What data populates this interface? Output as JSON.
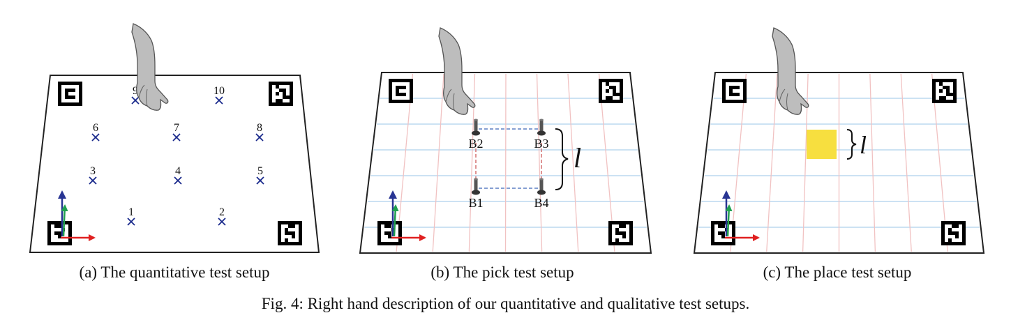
{
  "figure": {
    "caption": "Fig. 4: Right hand description of our quantitative and qualitative test setups."
  },
  "panels": {
    "a": {
      "caption": "(a) The quantitative test setup",
      "targets": [
        {
          "label": "1"
        },
        {
          "label": "2"
        },
        {
          "label": "3"
        },
        {
          "label": "4"
        },
        {
          "label": "5"
        },
        {
          "label": "6"
        },
        {
          "label": "7"
        },
        {
          "label": "8"
        },
        {
          "label": "9"
        },
        {
          "label": "10"
        }
      ]
    },
    "b": {
      "caption": "(b) The pick test setup",
      "bolts": [
        {
          "label": "B1"
        },
        {
          "label": "B2"
        },
        {
          "label": "B3"
        },
        {
          "label": "B4"
        }
      ],
      "length_label": "l"
    },
    "c": {
      "caption": "(c) The place test setup",
      "length_label": "l"
    }
  },
  "colors": {
    "target_marker": "#1a2a8c",
    "grid_blue": "#bcd8ef",
    "grid_red": "#f1c2c2",
    "target_square": "#f7df3f",
    "axis_x": "#e02020",
    "axis_y": "#20a050",
    "axis_z": "#283593",
    "hand": "#bdbdbd"
  },
  "icons": {
    "hand": "pointing-hand-icon",
    "marker": "aruco-marker-icon",
    "bolt": "bolt-icon"
  }
}
